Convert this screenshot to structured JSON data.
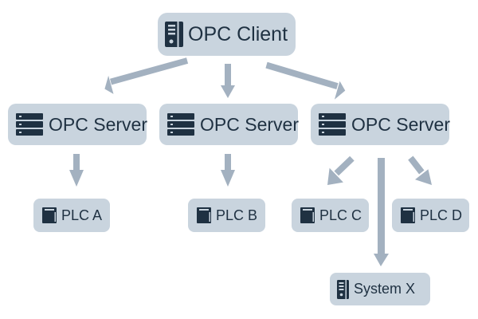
{
  "diagram": {
    "client": {
      "label": "OPC Client",
      "icon": "pc-tower-icon"
    },
    "servers": [
      {
        "label": "OPC Server",
        "icon": "server-rack-icon"
      },
      {
        "label": "OPC Server",
        "icon": "server-rack-icon"
      },
      {
        "label": "OPC Server",
        "icon": "server-rack-icon"
      }
    ],
    "devices": [
      {
        "label": "PLC A",
        "icon": "plc-icon"
      },
      {
        "label": "PLC B",
        "icon": "plc-icon"
      },
      {
        "label": "PLC C",
        "icon": "plc-icon"
      },
      {
        "label": "PLC D",
        "icon": "plc-icon"
      }
    ],
    "system": {
      "label": "System X",
      "icon": "pc-tower-icon"
    },
    "colors": {
      "node_fill": "#c9d4de",
      "arrow": "#a3b1c0",
      "text": "#1f3142",
      "icon": "#1f3142"
    }
  }
}
